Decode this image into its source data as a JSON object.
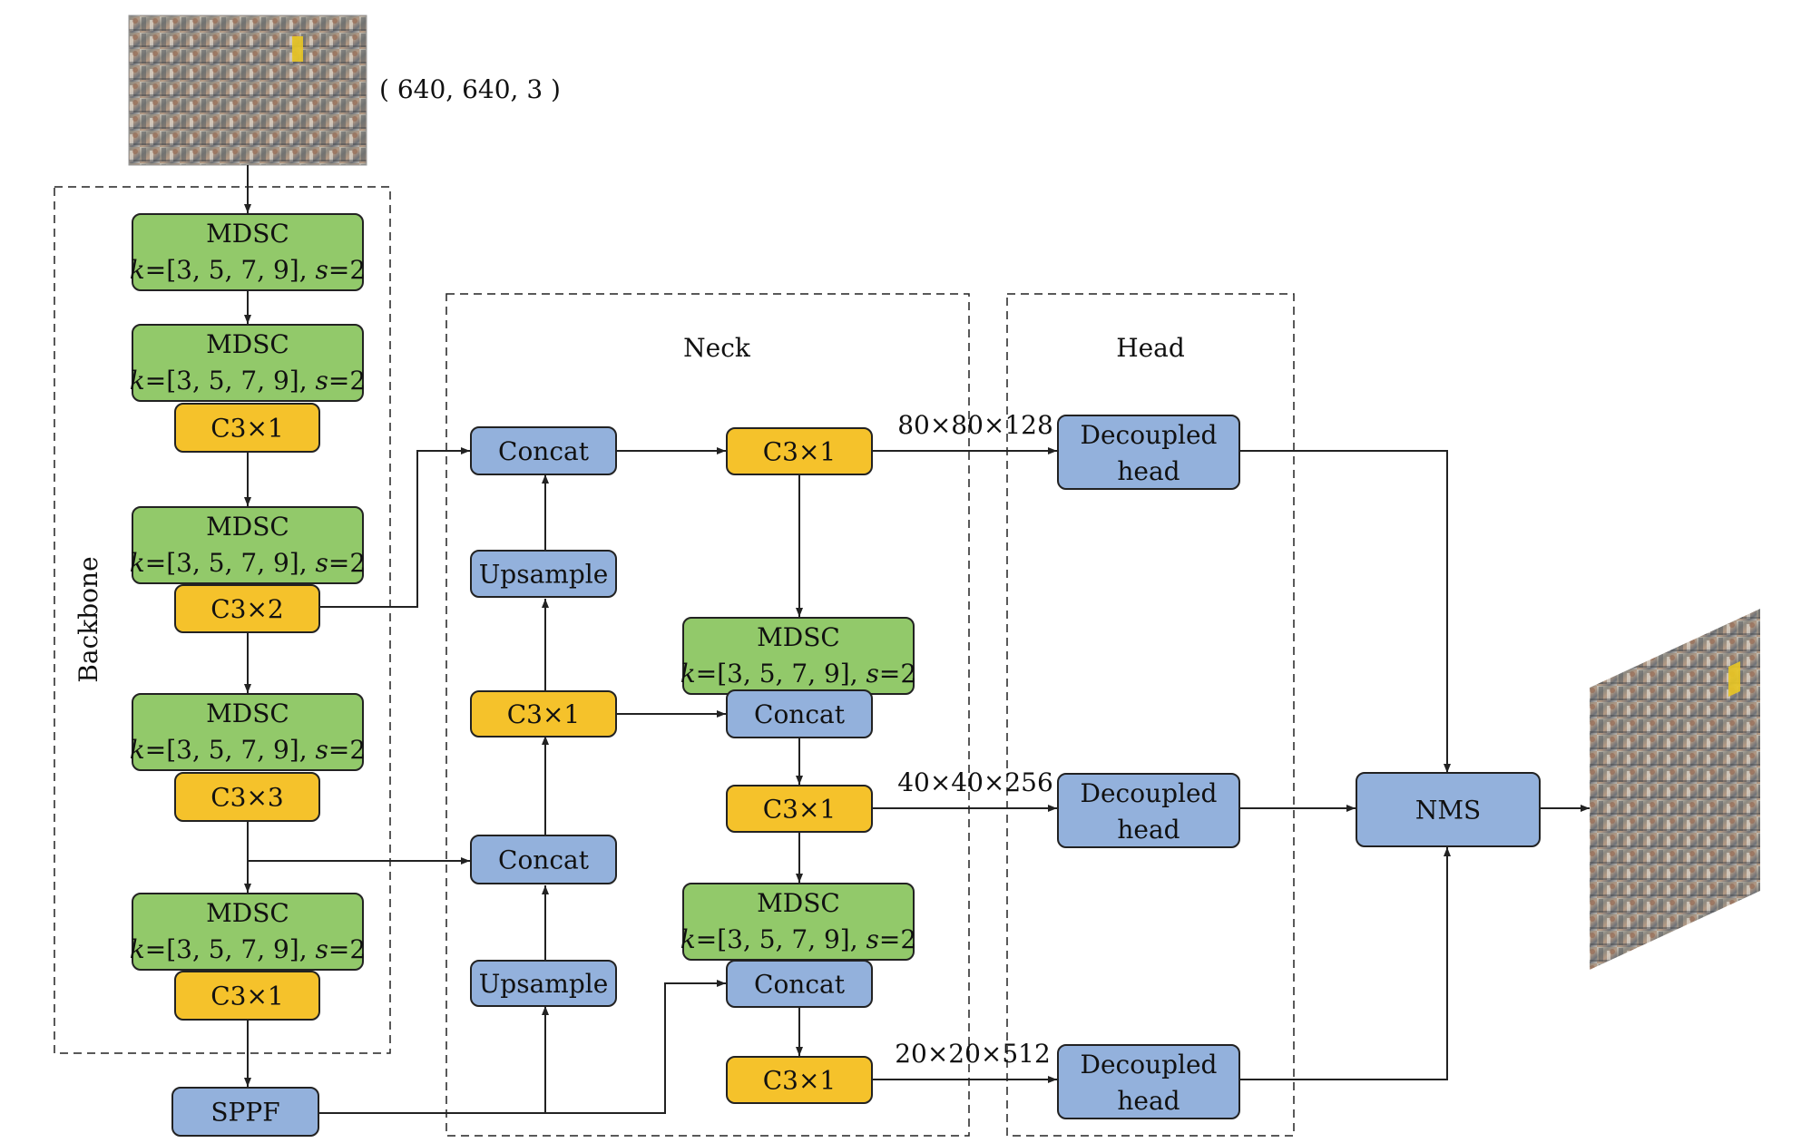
{
  "input": {
    "shape_label": "( 640, 640, 3 )",
    "image_name": "input-image"
  },
  "output": {
    "image_name": "output-image"
  },
  "groups": {
    "backbone": "Backbone",
    "neck": "Neck",
    "head": "Head"
  },
  "colors": {
    "green": "#92c96a",
    "yellow": "#f5c22b",
    "blue": "#93b1dc",
    "stroke": "#222222"
  },
  "mdsc": {
    "name": "MDSC",
    "k_var": "k",
    "k_val": "=[3, 5, 7, 9], ",
    "s_var": "s",
    "s_val": "=2"
  },
  "backbone": {
    "c3_1": "C3×1",
    "c3_2": "C3×2",
    "c3_3": "C3×3",
    "c3_4": "C3×1",
    "sppf": "SPPF"
  },
  "neck": {
    "concat_top": "Concat",
    "upsample_top": "Upsample",
    "c3_left_mid": "C3×1",
    "concat_left": "Concat",
    "upsample_bottom": "Upsample",
    "c3_top": "C3×1",
    "concat_mid": "Concat",
    "c3_mid": "C3×1",
    "concat_bottom": "Concat",
    "c3_bottom": "C3×1"
  },
  "head": {
    "dims_top": "80×80×128",
    "dims_mid": "40×40×256",
    "dims_bottom": "20×20×512",
    "decoupled_line1": "Decoupled",
    "decoupled_line2": "head",
    "nms": "NMS"
  }
}
